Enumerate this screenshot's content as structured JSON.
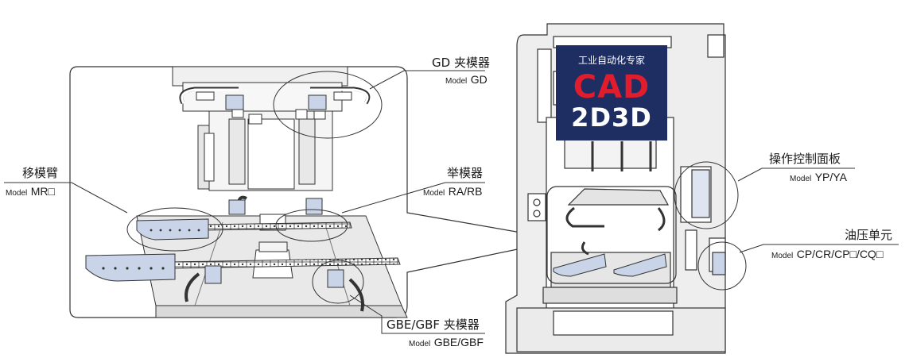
{
  "labels": {
    "gd": {
      "cn": "GD 夹模器",
      "model_prefix": "Model",
      "model": "GD"
    },
    "mr": {
      "cn": "移模臂",
      "model_prefix": "Model",
      "model": "MR□"
    },
    "ra": {
      "cn": "举模器",
      "model_prefix": "Model",
      "model": "RA/RB"
    },
    "gbe": {
      "cn": "GBE/GBF 夹模器",
      "model_prefix": "Model",
      "model": "GBE/GBF"
    },
    "yp": {
      "cn": "操作控制面板",
      "model_prefix": "Model",
      "model": "YP/YA"
    },
    "cp": {
      "cn": "油压单元",
      "model_prefix": "Model",
      "model": "CP/CR/CP□/CQ□"
    }
  },
  "logo": {
    "line1": "工业自动化专家",
    "line2": "CAD",
    "line3": "2D3D"
  },
  "colors": {
    "line": "#333333",
    "fill": "#eeeeee",
    "part": "#c9d4e8",
    "logo_bg": "#1e2e63",
    "logo_red": "#e11d2d"
  }
}
